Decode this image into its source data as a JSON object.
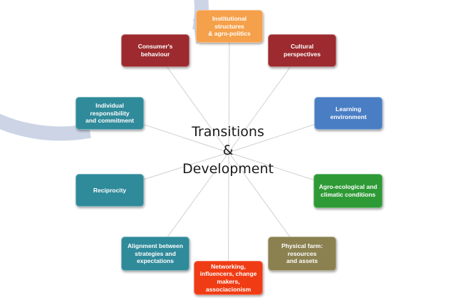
{
  "center": {
    "line1": "Transitions",
    "line2": "&",
    "line3": "Development"
  },
  "nodes": [
    {
      "id": "institutional",
      "label": "Institutional structures\n& agro-politics",
      "color": "#f5a04a"
    },
    {
      "id": "cultural",
      "label": "Cultural perspectives",
      "color": "#9c2a2e"
    },
    {
      "id": "learning",
      "label": "Learning environment",
      "color": "#4a7ec4"
    },
    {
      "id": "agro-ecological",
      "label": "Agro-ecological and\nclimatic  conditions",
      "color": "#2e9a36"
    },
    {
      "id": "physical-farm",
      "label": "Physical farm: resources\nand assets",
      "color": "#8b8150"
    },
    {
      "id": "networking",
      "label": "Networking,\ninfluencers, change\nmakers, associacionism",
      "color": "#f03c14"
    },
    {
      "id": "alignment",
      "label": "Alignment between\nstrategies and\nexpectations",
      "color": "#2f8a9a"
    },
    {
      "id": "reciprocity",
      "label": "Reciprocity",
      "color": "#2f8a9a"
    },
    {
      "id": "individual",
      "label": "Individual responsibility\nand commitment",
      "color": "#2f8a9a"
    },
    {
      "id": "consumer",
      "label": "Consumer's behaviour",
      "color": "#9c2a2e"
    }
  ],
  "colors": {
    "ring": "#ccd4e6",
    "spoke": "#d0d0d0",
    "text": "#1a1a1a"
  }
}
